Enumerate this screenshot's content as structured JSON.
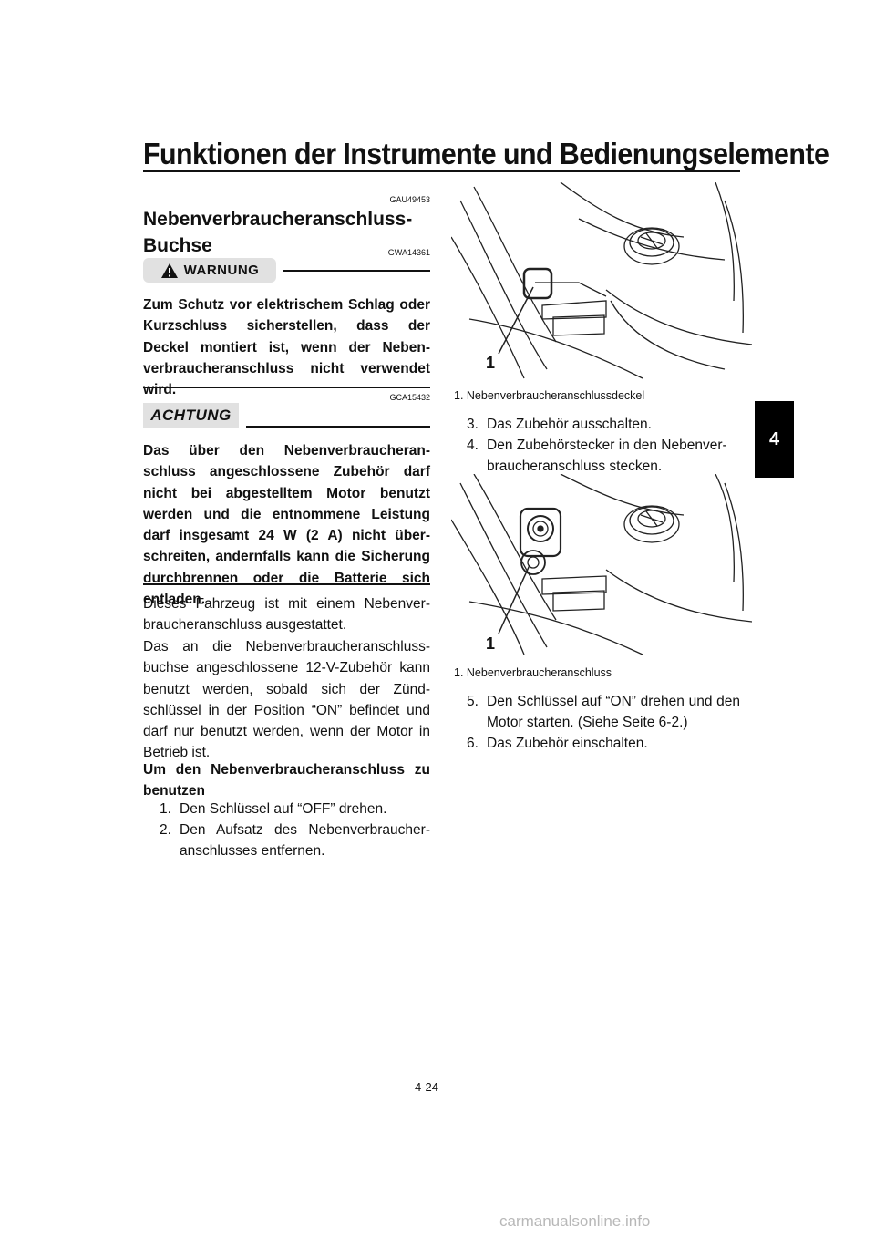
{
  "header": {
    "title": "Funktionen der Instrumente und Bedienungselemente"
  },
  "chapter_tab": "4",
  "section": {
    "code": "GAU49453",
    "title_line1": "Nebenverbraucheranschluss-",
    "title_line2": "Buchse"
  },
  "warning": {
    "code": "GWA14361",
    "label": "WARNUNG",
    "text": "Zum Schutz vor elektrischem Schlag oder Kurzschluss sicherstellen, dass der Deckel montiert ist, wenn der Neben­verbraucheranschluss nicht verwendet wird."
  },
  "caution": {
    "code": "GCA15432",
    "label": "ACHTUNG",
    "text": "Das über den Nebenverbraucheran­schluss angeschlossene Zubehör darf nicht bei abgestelltem Motor benutzt werden und die entnommene Leistung darf insgesamt 24 W (2 A) nicht über­schreiten, andernfalls kann die Siche­rung durchbrennen oder die Batterie sich entladen."
  },
  "body": {
    "para1": "Dieses Fahrzeug ist mit einem Nebenver­braucheranschluss ausgestattet.",
    "para2": "Das an die Nebenverbraucheranschluss­buchse angeschlossene 12-V-Zubehör kann benutzt werden, sobald sich der Zünd­schlüssel in der Position “ON” befindet und darf nur benutzt werden, wenn der Motor in Betrieb ist.",
    "subheading": "Um den Nebenverbraucheranschluss zu benutzen"
  },
  "steps": [
    {
      "num": "1.",
      "text": "Den Schlüssel auf “OFF” drehen."
    },
    {
      "num": "2.",
      "text": "Den Aufsatz des Nebenverbraucher­anschlusses entfernen."
    },
    {
      "num": "3.",
      "text": "Das Zubehör ausschalten."
    },
    {
      "num": "4.",
      "text": "Den Zubehörstecker in den Nebenver­braucheranschluss stecken."
    },
    {
      "num": "5.",
      "text": "Den Schlüssel auf “ON” drehen und den Motor starten. (Siehe Seite 6-2.)"
    },
    {
      "num": "6.",
      "text": "Das Zubehör einschalten."
    }
  ],
  "figures": [
    {
      "callout": "1",
      "caption": "1.  Nebenverbraucheranschlussdeckel"
    },
    {
      "callout": "1",
      "caption": "1.  Nebenverbraucheranschluss"
    }
  ],
  "page_number": "4-24",
  "watermark": "carmanualsonline.info"
}
